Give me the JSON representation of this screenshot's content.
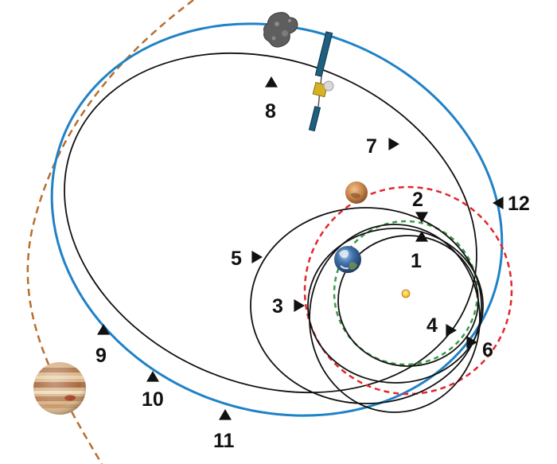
{
  "colors": {
    "comet_orbit": "#1f82c6",
    "spacecraft_trajectory": "#111111",
    "mars_orbit": "#e2262b",
    "earth_orbit": "#3a9a48",
    "jupiter_orbit": "#b86e2c",
    "sun": "#f4c622",
    "earth": "#3f6fa8",
    "mars": "#c7844a",
    "jupiter": "#c99a6a",
    "comet": "#5a5a5a",
    "spacecraft_panel": "#1e5e7e",
    "spacecraft_body": "#d6b222"
  },
  "icons": [
    "sun-icon",
    "earth-icon",
    "mars-icon",
    "jupiter-icon",
    "comet-icon",
    "spacecraft-icon",
    "triangle-marker-icon"
  ],
  "markers": [
    {
      "label": "1"
    },
    {
      "label": "2"
    },
    {
      "label": "3"
    },
    {
      "label": "4"
    },
    {
      "label": "5"
    },
    {
      "label": "6"
    },
    {
      "label": "7"
    },
    {
      "label": "8"
    },
    {
      "label": "9"
    },
    {
      "label": "10"
    },
    {
      "label": "11"
    },
    {
      "label": "12"
    }
  ]
}
